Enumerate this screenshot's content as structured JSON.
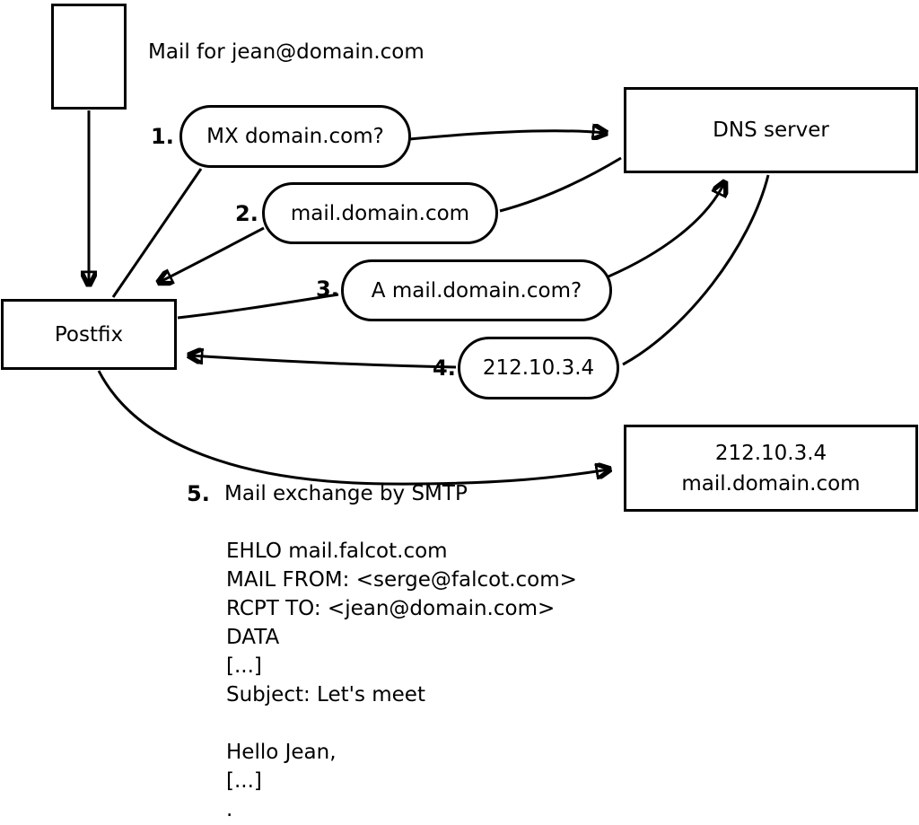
{
  "diagram": {
    "mail_note": "Mail for jean@domain.com",
    "nodes": {
      "postfix": "Postfix",
      "dns": "DNS server",
      "mailserver": {
        "line1": "212.10.3.4",
        "line2": "mail.domain.com"
      }
    },
    "steps": [
      {
        "num": "1.",
        "label": "MX domain.com?"
      },
      {
        "num": "2.",
        "label": "mail.domain.com"
      },
      {
        "num": "3.",
        "label": "A mail.domain.com?"
      },
      {
        "num": "4.",
        "label": "212.10.3.4"
      },
      {
        "num": "5.",
        "label": "Mail exchange by SMTP"
      }
    ],
    "smtp_session": {
      "lines": [
        "EHLO mail.falcot.com",
        "MAIL FROM: <serge@falcot.com>",
        "RCPT TO: <jean@domain.com>",
        "DATA",
        "[...]",
        "Subject: Let's meet",
        "",
        "Hello Jean,",
        "[...]",
        "."
      ]
    },
    "colors": {
      "stroke": "#000000",
      "fill": "#ffffff"
    }
  }
}
